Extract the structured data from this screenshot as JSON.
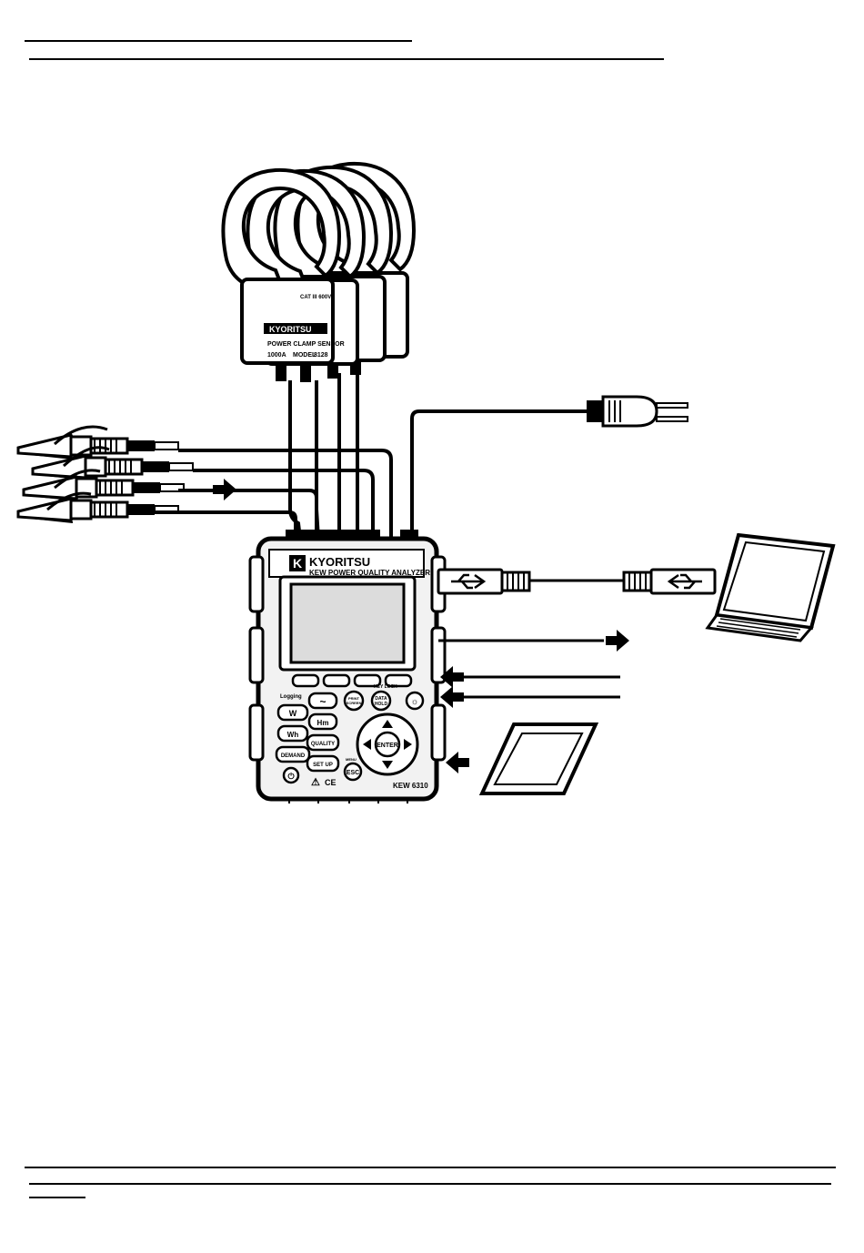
{
  "device": {
    "brand": "KYORITSU",
    "product_line": "KEW POWER QUALITY ANALYZER",
    "model": "KEW 6310",
    "logo_letter": "K",
    "buttons": {
      "logging": "Logging",
      "w": "W",
      "wh": "Wh",
      "demand": "DEMAND",
      "wave": "~",
      "harmonics": "Hm",
      "quality": "QUALITY",
      "setup": "SET UP",
      "print_screen": "PRINT SCREEN",
      "data_hold": "DATA HOLD",
      "key_lock": "KEY LOCK",
      "enter": "ENTER",
      "esc": "ESC",
      "menu": "MENU",
      "power": "⏻",
      "backlight": "☼",
      "ce": "CE",
      "warning": "⚠"
    }
  },
  "clamp_sensor": {
    "brand": "KYORITSU",
    "title": "POWER CLAMP SENSOR",
    "rating": "1000A",
    "model_label": "MODEL",
    "model": "8128",
    "cat": "CAT III 600V"
  },
  "colors": {
    "ink": "#000000",
    "paper": "#ffffff",
    "device_body": "#f2f2f2",
    "screen": "#dcdcdc"
  },
  "icons": [
    "usb-icon",
    "arrow-right-icon",
    "arrow-left-icon",
    "power-plug-icon",
    "laptop-icon",
    "sd-card-icon",
    "alligator-clip-icon",
    "clamp-sensor-icon"
  ]
}
